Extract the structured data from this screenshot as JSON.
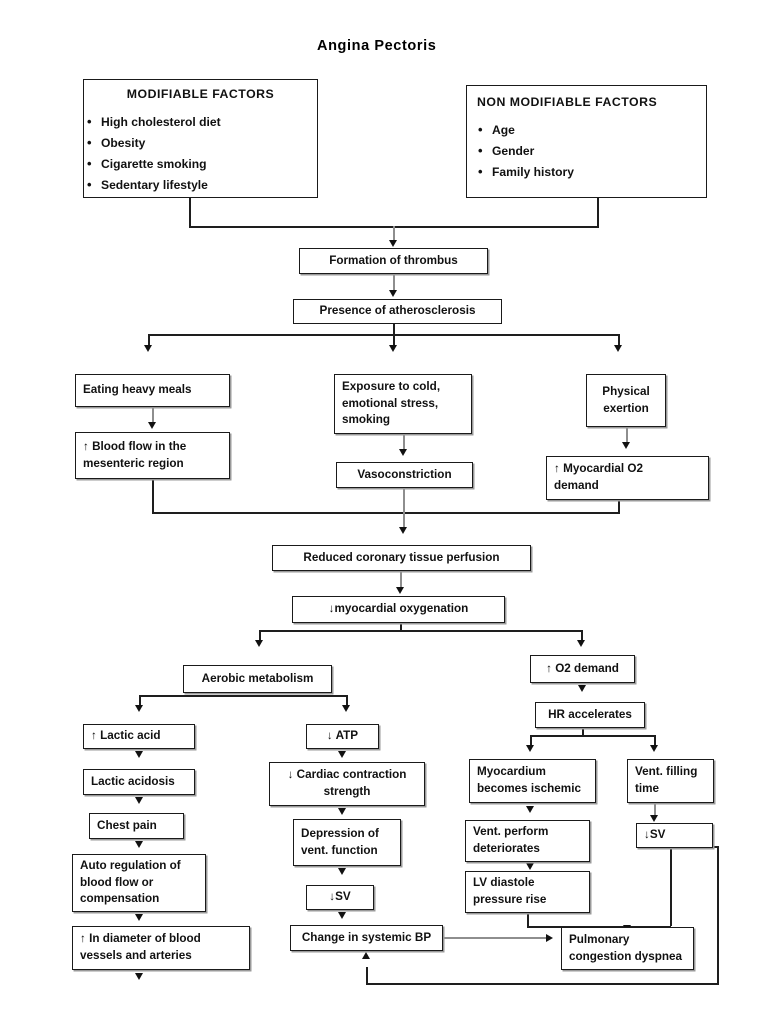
{
  "title": "Angina Pectoris",
  "panels": {
    "modifiable": {
      "heading": "MODIFIABLE FACTORS",
      "items": [
        "High cholesterol diet",
        "Obesity",
        "Cigarette smoking",
        "Sedentary lifestyle"
      ]
    },
    "non_modifiable": {
      "heading": "NON MODIFIABLE FACTORS",
      "items": [
        "Age",
        "Gender",
        "Family history"
      ]
    }
  },
  "nodes": {
    "thrombus": "Formation of thrombus",
    "atherosclerosis": "Presence of atherosclerosis",
    "eating_heavy_meals": "Eating heavy meals",
    "blood_flow_mesenteric_l1": "↑ Blood flow in the",
    "blood_flow_mesenteric_l2": "mesenteric region",
    "exposure_l1": "Exposure to cold,",
    "exposure_l2": "emotional stress,",
    "exposure_l3": "smoking",
    "vasoconstriction": "Vasoconstriction",
    "physical_exertion_l1": "Physical",
    "physical_exertion_l2": "exertion",
    "myocardial_o2_demand_l1": "↑ Myocardial O2",
    "myocardial_o2_demand_l2": "demand",
    "reduced_perfusion": "Reduced coronary tissue perfusion",
    "myocardial_oxygenation": "↓myocardial oxygenation",
    "aerobic_metabolism": "Aerobic metabolism",
    "lactic_acid": "↑ Lactic acid",
    "lactic_acidosis": "Lactic acidosis",
    "chest_pain": "Chest pain",
    "auto_regulation_l1": "Auto regulation of",
    "auto_regulation_l2": "blood flow or",
    "auto_regulation_l3": "compensation",
    "in_diameter_l1": "↑ In diameter of blood",
    "in_diameter_l2": "vessels and arteries",
    "atp": "↓ ATP",
    "cardiac_contraction_l1": "↓ Cardiac contraction",
    "cardiac_contraction_l2": "strength",
    "depression_vent_l1": "Depression of",
    "depression_vent_l2": "vent. function",
    "sv_left": "↓SV",
    "change_systemic_bp": "Change in systemic BP",
    "o2_demand": "↑ O2 demand",
    "hr_accelerates": "HR accelerates",
    "myocardium_ischemic_l1": "Myocardium",
    "myocardium_ischemic_l2": "becomes ischemic",
    "vent_perform_l1": "Vent. perform",
    "vent_perform_l2": "deteriorates",
    "lv_diastole_l1": "LV diastole",
    "lv_diastole_l2": "pressure rise",
    "vent_filling_l1": "Vent. filling",
    "vent_filling_l2": "time",
    "sv_right": "↓SV",
    "pulmonary_l1": "Pulmonary",
    "pulmonary_l2": "congestion dyspnea"
  },
  "colors": {
    "border": "#1a1a1a",
    "text": "#111111",
    "connector": "#1e1e1e",
    "connector_light": "#8e8e8e",
    "background": "#ffffff"
  }
}
